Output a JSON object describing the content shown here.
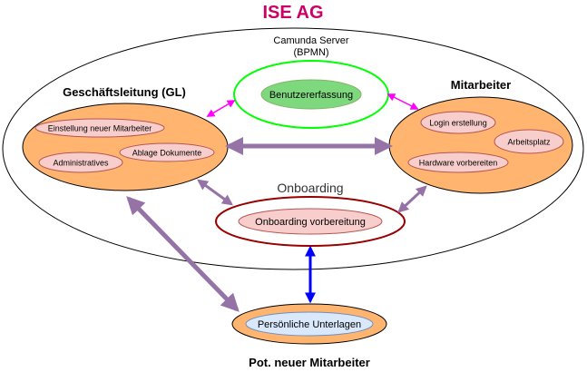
{
  "title": "ISE AG",
  "server": {
    "line1": "Camunda Server",
    "line2": "(BPMN)"
  },
  "center_node": "Benutzererfassung",
  "management": {
    "label": "Geschäftsleitung (GL)",
    "items": [
      "Einstellung neuer Mitarbeiter",
      "Ablage Dokumente",
      "Administratives"
    ]
  },
  "employees": {
    "label": "Mitarbeiter",
    "items": [
      "Login erstellung",
      "Arbeitsplatz",
      "Hardware vorbereiten"
    ]
  },
  "onboarding": {
    "label": "Onboarding",
    "node": "Onboarding vorbereitung"
  },
  "candidate": {
    "label": "Pot. neuer Mitarbeiter",
    "node": "Persönliche Unterlagen"
  },
  "colors": {
    "title": "#cc0066",
    "orange": "#ffb570",
    "pink": "#f8cecc",
    "pink_stroke": "#b85450",
    "green": "#7ed97e",
    "green_stroke": "#00ff00",
    "dark_red": "#990000",
    "purple": "#9673a6",
    "magenta": "#ff00ff",
    "blue": "#0000ff",
    "light_blue": "#dae8fc"
  }
}
